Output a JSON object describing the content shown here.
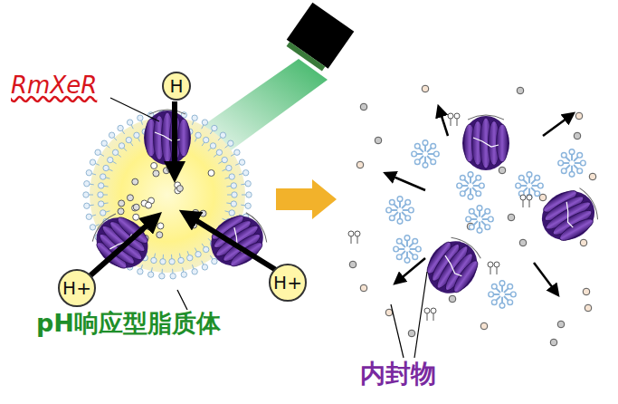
{
  "diagram": {
    "nodes": [
      {
        "text": [
          "H"
        ]
      },
      {
        "text": [
          "H+"
        ]
      },
      {
        "text": [
          "H+"
        ]
      }
    ],
    "labels": [
      "RmXeR",
      "pH响应型脂质体",
      "内封物"
    ]
  }
}
